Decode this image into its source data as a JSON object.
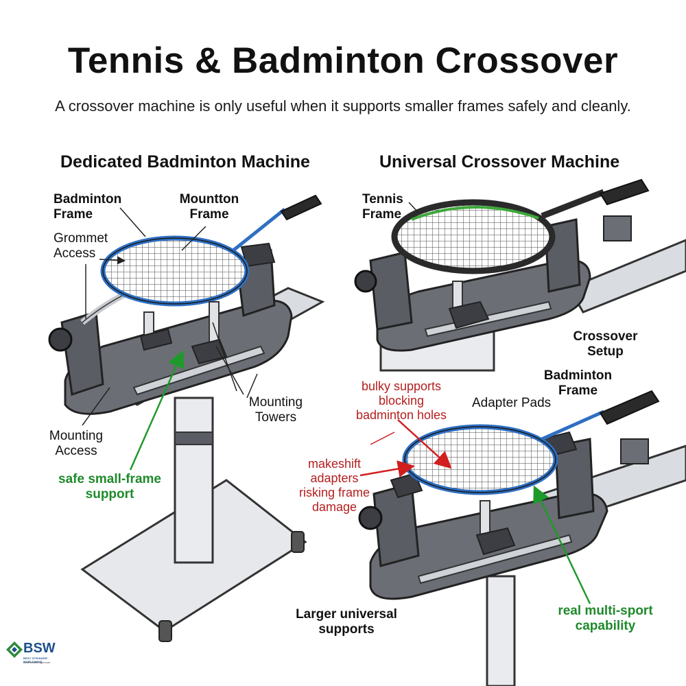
{
  "header": {
    "title": "Tennis & Badminton Crossover",
    "subtitle": "A crossover machine is only useful when it supports smaller frames safely and cleanly."
  },
  "left_panel": {
    "title": "Dedicated Badminton Machine",
    "labels": {
      "badminton_frame": "Badminton\nFrame",
      "mounting_frame": "Mountton\nFrame",
      "grommet_access": "Grommet\nAccess",
      "mounting_towers": "Mounting\nTowers",
      "mounting_access": "Mounting\nAccess",
      "safe_support": "safe small-frame\nsupport"
    }
  },
  "right_panel": {
    "title": "Universal Crossover Machine",
    "labels": {
      "tennis_frame": "Tennis\nFrame",
      "crossover_setup": "Crossover\nSetup",
      "badminton_frame": "Badminton\nFrame",
      "adapter_pads": "Adapter Pads",
      "bulky_supports": "bulky supports\nblocking\nbadminton holes",
      "makeshift_adapters": "makeshift\nadapters\nrisking frame\ndamage",
      "larger_supports": "Larger universal\nsupports",
      "multi_sport": "real multi-sport\ncapability"
    }
  },
  "logo": {
    "text": "BSW",
    "tagline": "BEST STRINGER WORLDWIDE",
    "url": "www.beststringer.com"
  },
  "colors": {
    "badminton_frame": "#2e6fc2",
    "tennis_frame": "#3ea83a",
    "machine_gray": "#5a5d63",
    "warning_red": "#b51e1e",
    "good_green": "#1e8a2a"
  }
}
